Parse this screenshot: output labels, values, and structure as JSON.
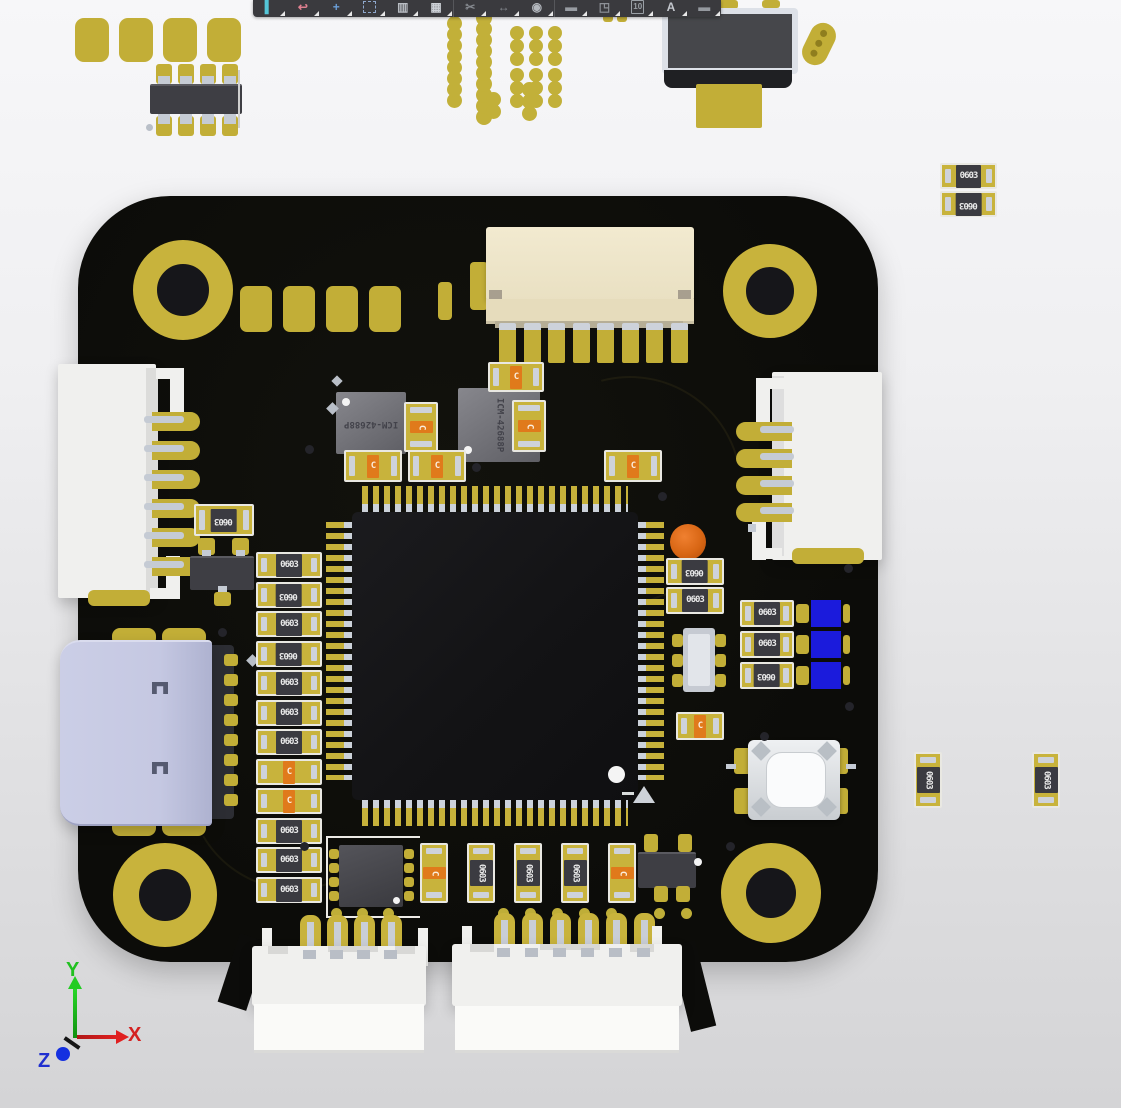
{
  "toolbar": {
    "icons": [
      {
        "name": "cursor-tool-icon",
        "glyph": "▍",
        "color": "#54c6d8"
      },
      {
        "name": "route-tool-icon",
        "glyph": "↩",
        "color": "#e08090"
      },
      {
        "name": "crosshair-tool-icon",
        "glyph": "+",
        "color": "#6b9fd8"
      },
      {
        "name": "marquee-select-icon",
        "glyph": "",
        "color": "#8fa8cc"
      },
      {
        "name": "pad-stack-icon",
        "glyph": "▥",
        "color": "#b9bdc3"
      },
      {
        "name": "component-tool-icon",
        "glyph": "▦",
        "color": "#cdd1d7"
      },
      {
        "name": "cutter-tool-icon",
        "glyph": "✂",
        "color": "#85898f"
      },
      {
        "name": "measure-tool-icon",
        "glyph": "↔",
        "color": "#85898f"
      },
      {
        "name": "probe-tool-icon",
        "glyph": "◉",
        "color": "#b4b8be"
      },
      {
        "name": "fill-tool-icon",
        "glyph": "▬",
        "color": "#989ca2"
      },
      {
        "name": "line-box-tool-icon",
        "glyph": "◳",
        "color": "#8d9197"
      },
      {
        "name": "dimension-tool-icon",
        "glyph": "10",
        "color": "#9ba0a6"
      },
      {
        "name": "text-tool-icon",
        "glyph": "A",
        "color": "#c3c7cd"
      },
      {
        "name": "region-tool-icon",
        "glyph": "▬",
        "color": "#95999f"
      }
    ]
  },
  "labels": {
    "imu": "ICM-42688P",
    "res": "0603",
    "cap": "C"
  },
  "axis": {
    "x": "X",
    "y": "Y",
    "z": "Z",
    "x_color": "#d42020",
    "y_color": "#20c020",
    "z_color": "#2030d0"
  },
  "colors": {
    "board": "#0c0c09",
    "gold": "#c8b33c",
    "copper_pad": "#c2ae37",
    "silkscreen": "#e9e8e2",
    "resistor_body": "#3b3b41",
    "capacitor_orange": "#e07a1b",
    "led_blue": "#1b1bdc",
    "led_orange": "#d86614",
    "chip_gray": "#77777d",
    "connector_white": "#f0f0ee",
    "connector_cream": "#ece3c6",
    "usb_lavender": "#c5c8e2",
    "toolbar_bg": "#3a3a3e"
  }
}
